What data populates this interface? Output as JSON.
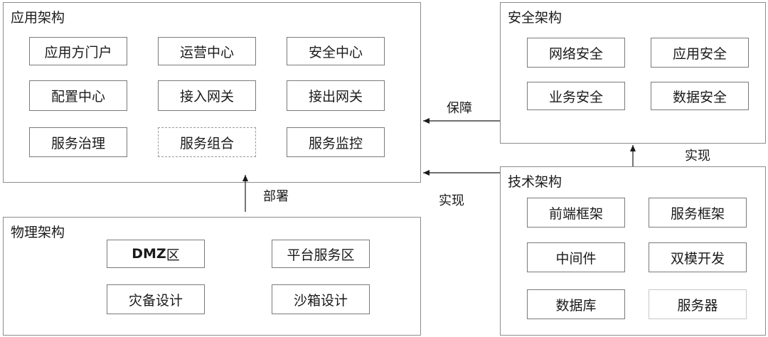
{
  "app_arch": {
    "title": "应用架构",
    "items": [
      "应用方门户",
      "运营中心",
      "安全中心",
      "配置中心",
      "接入网关",
      "接出网关",
      "服务治理",
      "服务组合",
      "服务监控"
    ]
  },
  "security_arch": {
    "title": "安全架构",
    "items": [
      "网络安全",
      "应用安全",
      "业务安全",
      "数据安全"
    ]
  },
  "tech_arch": {
    "title": "技术架构",
    "items": [
      "前端框架",
      "服务框架",
      "中间件",
      "双模开发",
      "数据库",
      "服务器"
    ]
  },
  "physical_arch": {
    "title": "物理架构",
    "dmz_prefix": "DMZ",
    "dmz_suffix": "区",
    "items": [
      "平台服务区",
      "灾备设计",
      "沙箱设计"
    ]
  },
  "edges": {
    "security_to_app": "保障",
    "tech_to_security": "实现",
    "tech_to_app": "实现",
    "physical_to_app": "部署"
  }
}
